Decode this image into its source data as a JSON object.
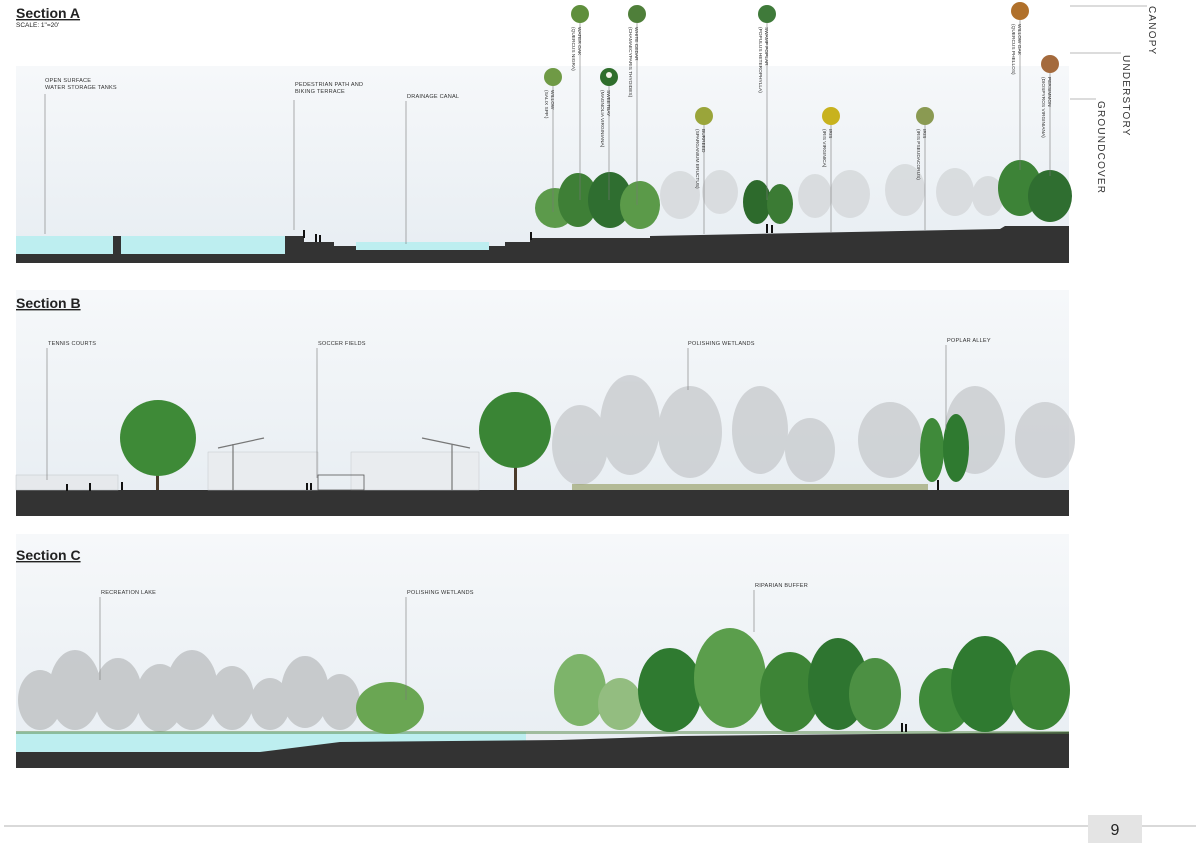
{
  "sections": [
    {
      "title": "Section A",
      "scale": "SCALE: 1\"=20'",
      "labels": [
        "OPEN SURFACE\nWATER STORAGE TANKS",
        "PEDESTRIAN PATH AND\nBIKING TERRACE",
        "DRAINAGE CANAL"
      ]
    },
    {
      "title": "Section B",
      "labels": [
        "TENNIS COURTS",
        "SOCCER FIELDS",
        "POLISHING WETLANDS",
        "POPLAR ALLEY"
      ]
    },
    {
      "title": "Section C",
      "labels": [
        "RECREATION LAKE",
        "POLISHING WETLANDS",
        "RIPARIAN BUFFER"
      ]
    }
  ],
  "plants": [
    {
      "name": "WILLOW",
      "latin": "(SALIX SPP.)"
    },
    {
      "name": "WATER OAK",
      "latin": "(QUERCUS NIGRA)"
    },
    {
      "name": "SWEETBAY",
      "latin": "(MAGNOLIA VIRGINIANA)"
    },
    {
      "name": "WHITE CEDAR",
      "latin": "(CHAMAECYPARIS THYOIDES)"
    },
    {
      "name": "BURREED",
      "latin": "(SPARGANIUM ERUCTUS)"
    },
    {
      "name": "SWAMP POPLAR",
      "latin": "(POPULUS HETEROPHYLLA)"
    },
    {
      "name": "IRIS",
      "latin": "(IRIS VIRGINICA)"
    },
    {
      "name": "IRIS",
      "latin": "(IRIS PSEUDACORUS)"
    },
    {
      "name": "WILLOW OAK",
      "latin": "(QUERCUS PHELLOS)"
    },
    {
      "name": "PERSIMMON",
      "latin": "(DIOSPYROS VIRGINIANA)"
    }
  ],
  "vegetation_layers": [
    "CANOPY",
    "UNDERSTORY",
    "GROUNDCOVER"
  ],
  "page_number": "9",
  "colors": {
    "ground": "#333333",
    "water": "#bdeef0",
    "sky": "#edf1f5",
    "tree_green": "#3f8a3a",
    "tree_grey": "#c4c7c9"
  }
}
